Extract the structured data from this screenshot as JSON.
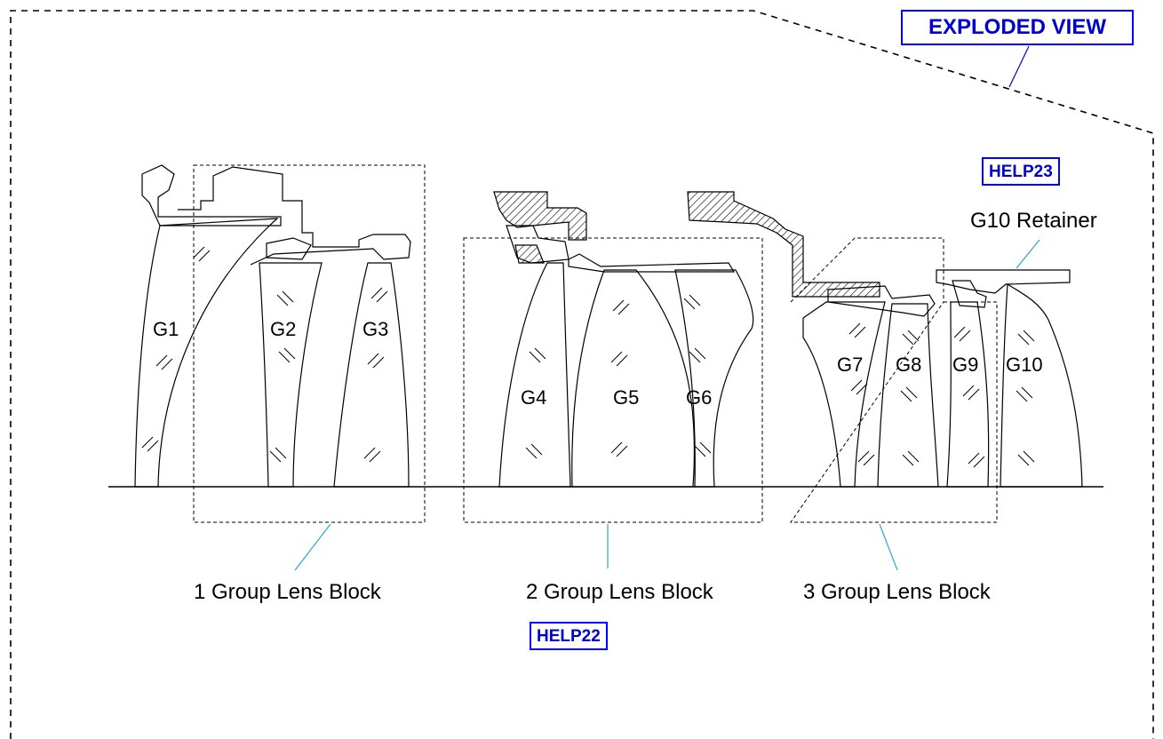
{
  "view_button": "EXPLODED VIEW",
  "help_buttons": {
    "help22": "HELP22",
    "help23": "HELP23"
  },
  "blocks": {
    "group1": "1 Group Lens Block",
    "group2": "2 Group Lens Block",
    "group3": "3 Group Lens Block"
  },
  "retainer_label": "G10 Retainer",
  "lens_labels": {
    "g1": "G1",
    "g2": "G2",
    "g3": "G3",
    "g4": "G4",
    "g5": "G5",
    "g6": "G6",
    "g7": "G7",
    "g8": "G8",
    "g9": "G9",
    "g10": "G10"
  },
  "colors": {
    "link_blue": "#0000ff",
    "leader_cyan": "#2aa8c8"
  }
}
